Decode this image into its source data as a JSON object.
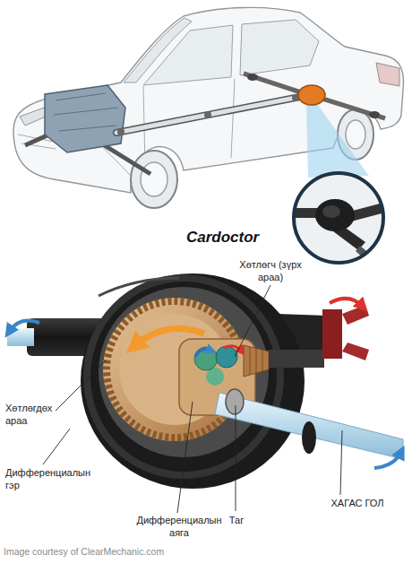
{
  "diagram": {
    "labels": [
      "Cardoctor",
      "Хөтлөгч (зүрх араа)",
      "Хөтлөгдөх араа",
      "Дифференциалын гэр",
      "Дифференциалын аяга",
      "Таг",
      "ХАГАС ГОЛ",
      "Image courtesy of ClearMechanic.com"
    ]
  }
}
